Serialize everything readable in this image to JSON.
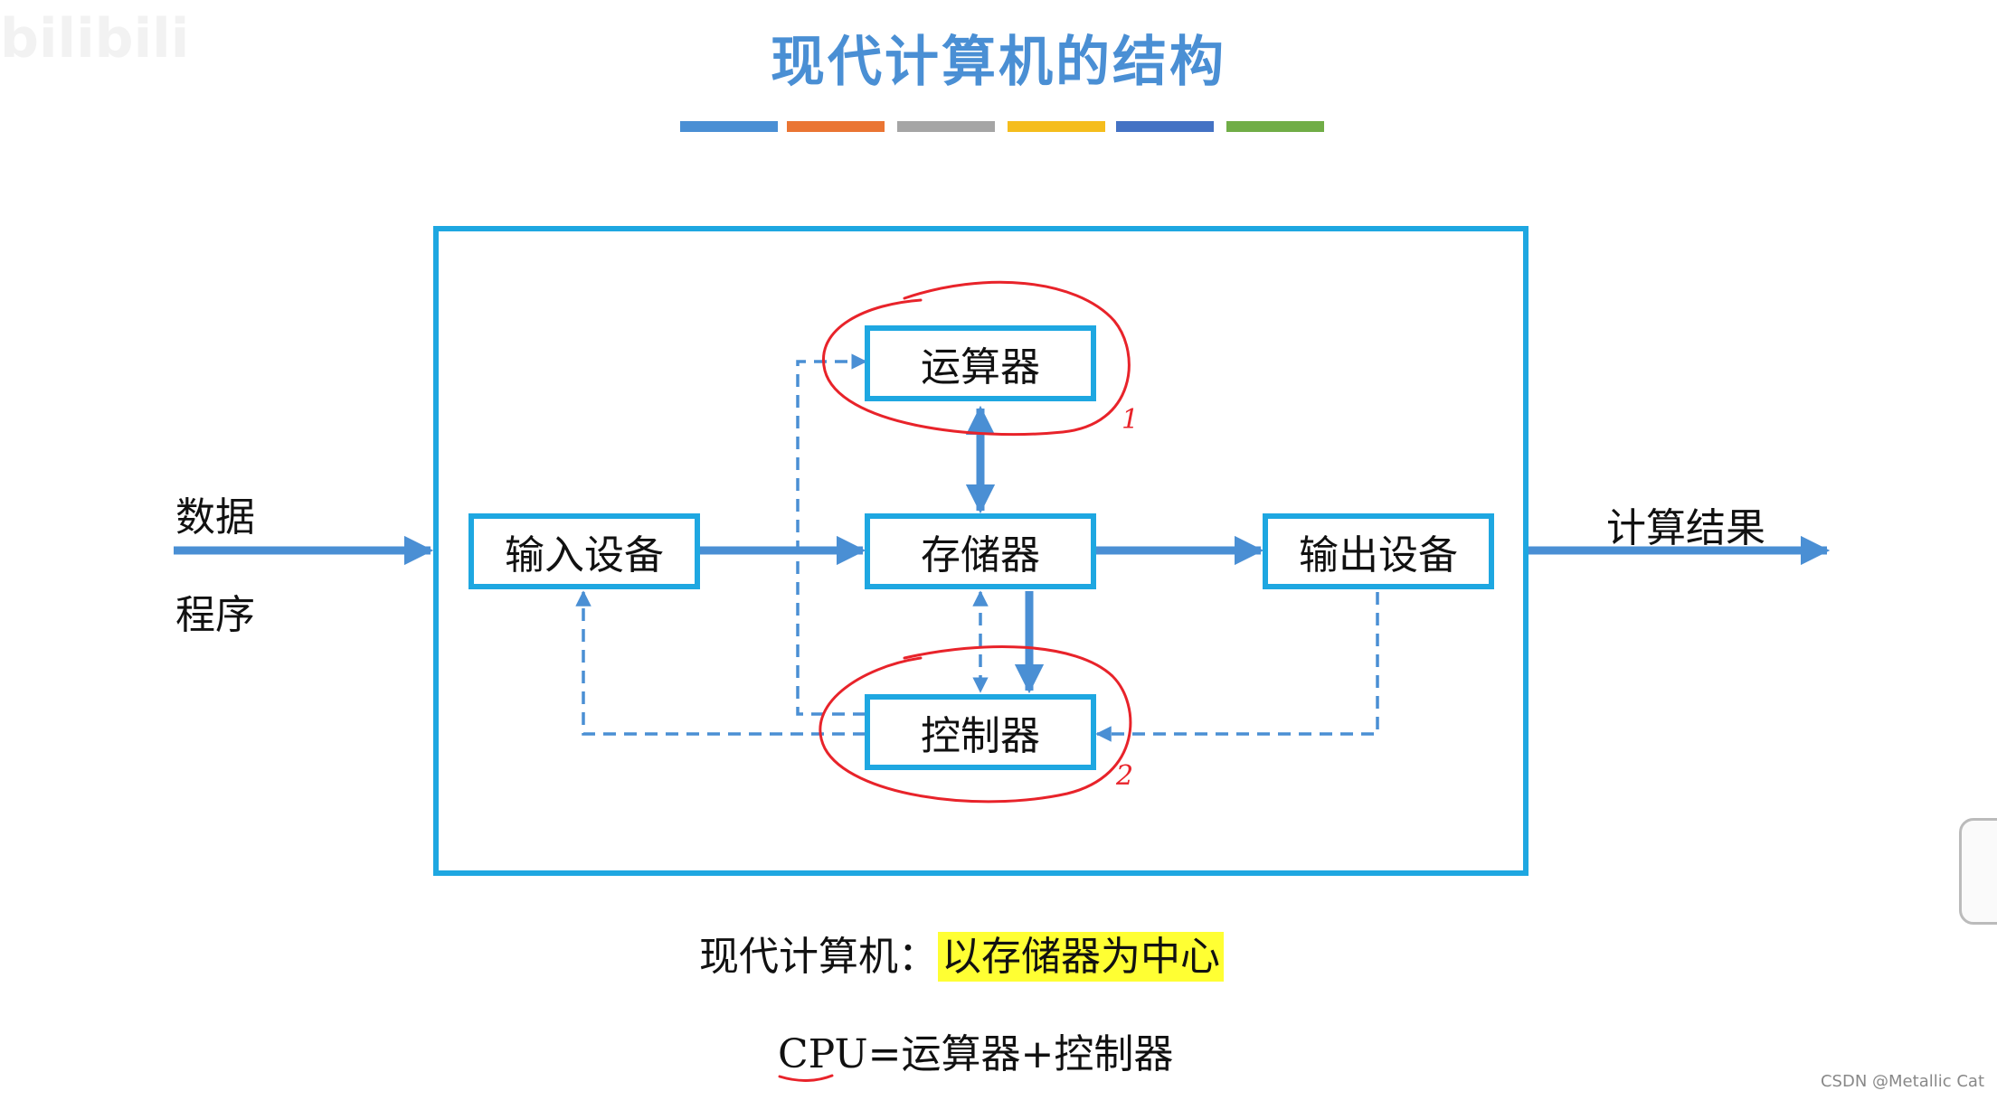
{
  "watermark": "bilibili",
  "title": "现代计算机的结构",
  "color_bars": [
    "#4a8fd4",
    "#ea7533",
    "#a5a5a5",
    "#f5bd1d",
    "#4472c4",
    "#70ad47"
  ],
  "colors": {
    "frame": "#1ea7e1",
    "arrow": "#4a8fd4",
    "annotation": "#e8232a",
    "highlight": "#ffff33"
  },
  "labels": {
    "data": "数据",
    "program": "程序",
    "result": "计算结果"
  },
  "nodes": {
    "alu": "运算器",
    "memory": "存储器",
    "control": "控制器",
    "input": "输入设备",
    "output": "输出设备"
  },
  "annotations": {
    "mark1": "1",
    "mark2": "2"
  },
  "notes": {
    "line1_prefix": "现代计算机：",
    "line1_highlight": "以存储器为中心",
    "line2_cpu": "CPU",
    "line2_rest": "=运算器+控制器"
  },
  "credit": "CSDN @Metallic Cat"
}
